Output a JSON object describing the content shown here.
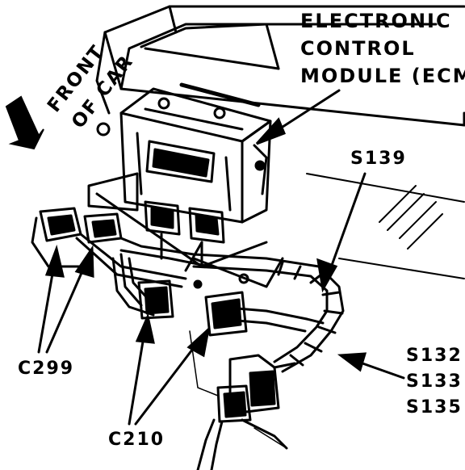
{
  "labels": {
    "ecm_line1": "ELECTRONIC",
    "ecm_line2": "CONTROL",
    "ecm_line3": "MODULE (ECM)",
    "front_line1": "FRONT",
    "front_line2": "OF CAR",
    "s139": "S139",
    "c299": "C299",
    "c210": "C210",
    "s132": "S132",
    "s133": "S133",
    "s135": "S135"
  },
  "colors": {
    "ink": "#000000",
    "paper": "#ffffff"
  }
}
